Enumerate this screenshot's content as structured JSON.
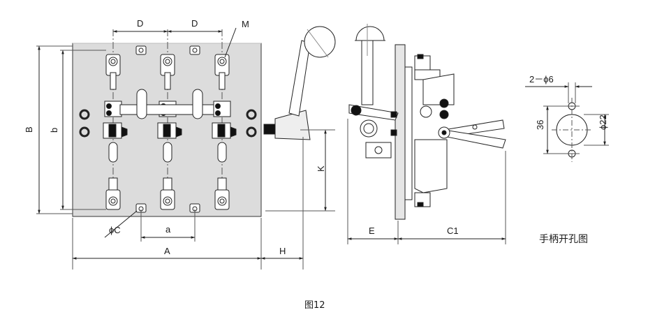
{
  "figure_caption": "图12",
  "front_view": {
    "dimensions": {
      "pole_spacing_1": "D",
      "pole_spacing_2": "D",
      "terminal": "M",
      "overall_height": "B",
      "mounting_height": "b",
      "hole_diameter": "ϕC",
      "hole_spacing": "a",
      "overall_width": "A",
      "handle_offset": "H",
      "handle_height": "K"
    }
  },
  "side_view": {
    "dimensions": {
      "front_depth": "E",
      "rear_depth": "C1"
    }
  },
  "cutout": {
    "title": "手柄开孔图",
    "holes": "2－ϕ6",
    "spacing": "36",
    "center_hole": "ϕ22"
  },
  "colors": {
    "line": "#222222",
    "plate_fill": "#d9d9d9",
    "background": "#ffffff"
  }
}
